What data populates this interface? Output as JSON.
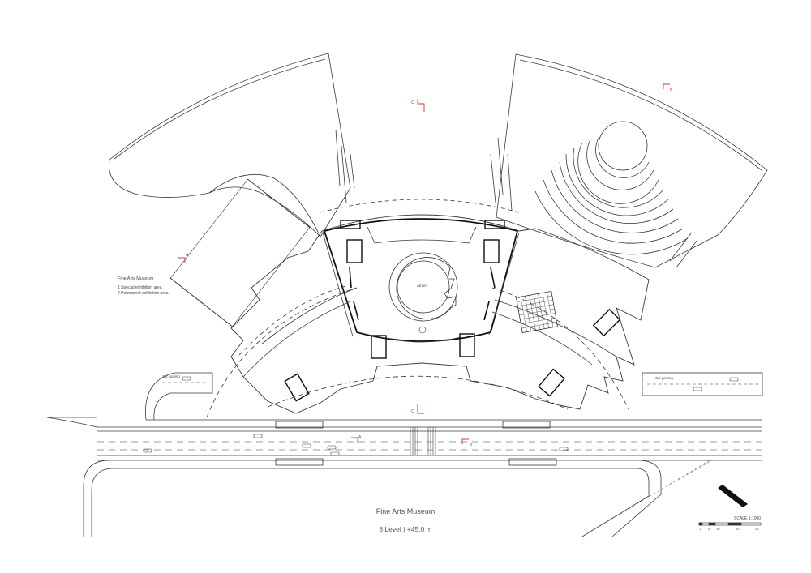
{
  "legend": {
    "title": "Fine Arts Museum",
    "items": [
      "1  Special exhibition area",
      "2  Permanent exhibition area"
    ]
  },
  "caption": {
    "title": "Fine Arts Museum",
    "level": "8 Level  |  +45.0 m"
  },
  "scale": {
    "label": "SCALE 1:1000",
    "ticks": [
      "1",
      "5",
      "10",
      "20",
      "30"
    ]
  },
  "section_markers": [
    "A",
    "A",
    "B",
    "B",
    "C",
    "C"
  ],
  "labels": {
    "atrium": "Atrium",
    "car_parking_left": "Car parking",
    "car_parking_right": "Car parking"
  },
  "colors": {
    "line": "#3a3a3a",
    "accent": "#d0342c"
  },
  "icons": [
    "north-arrow-icon"
  ]
}
